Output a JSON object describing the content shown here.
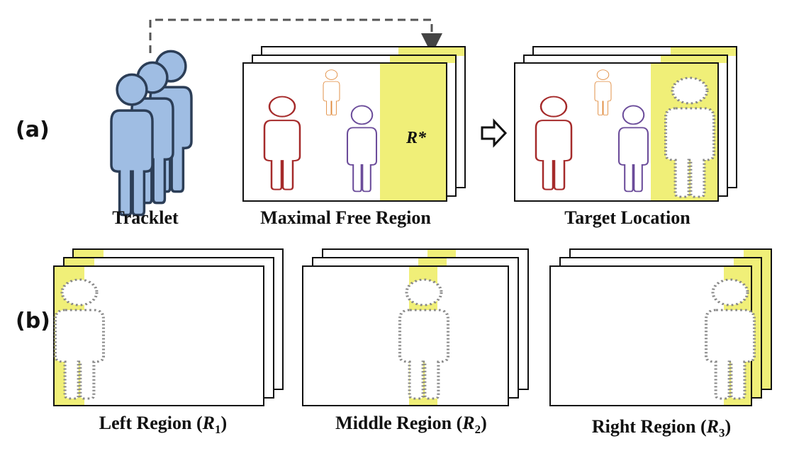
{
  "row_a": {
    "label": "(a)",
    "tracklet_caption": "Tracklet",
    "mfr_caption": "Maximal Free Region",
    "free_region_symbol": "R*",
    "target_caption": "Target Location"
  },
  "row_b": {
    "label": "(b)",
    "left": {
      "caption": "Left Region",
      "symbol": "R",
      "subscript": "1"
    },
    "middle": {
      "caption": "Middle Region",
      "symbol": "R",
      "subscript": "2"
    },
    "right": {
      "caption": "Right Region",
      "symbol": "R",
      "subscript": "3"
    }
  },
  "colors": {
    "free_region": "#f0ef78",
    "tracklet_fill": "#9fbde3",
    "tracklet_stroke": "#2c3e57",
    "person_red": "#a52a2a",
    "person_orange": "#e08a3c",
    "person_purple": "#6b4c9a",
    "dotted_outline": "#888888"
  }
}
